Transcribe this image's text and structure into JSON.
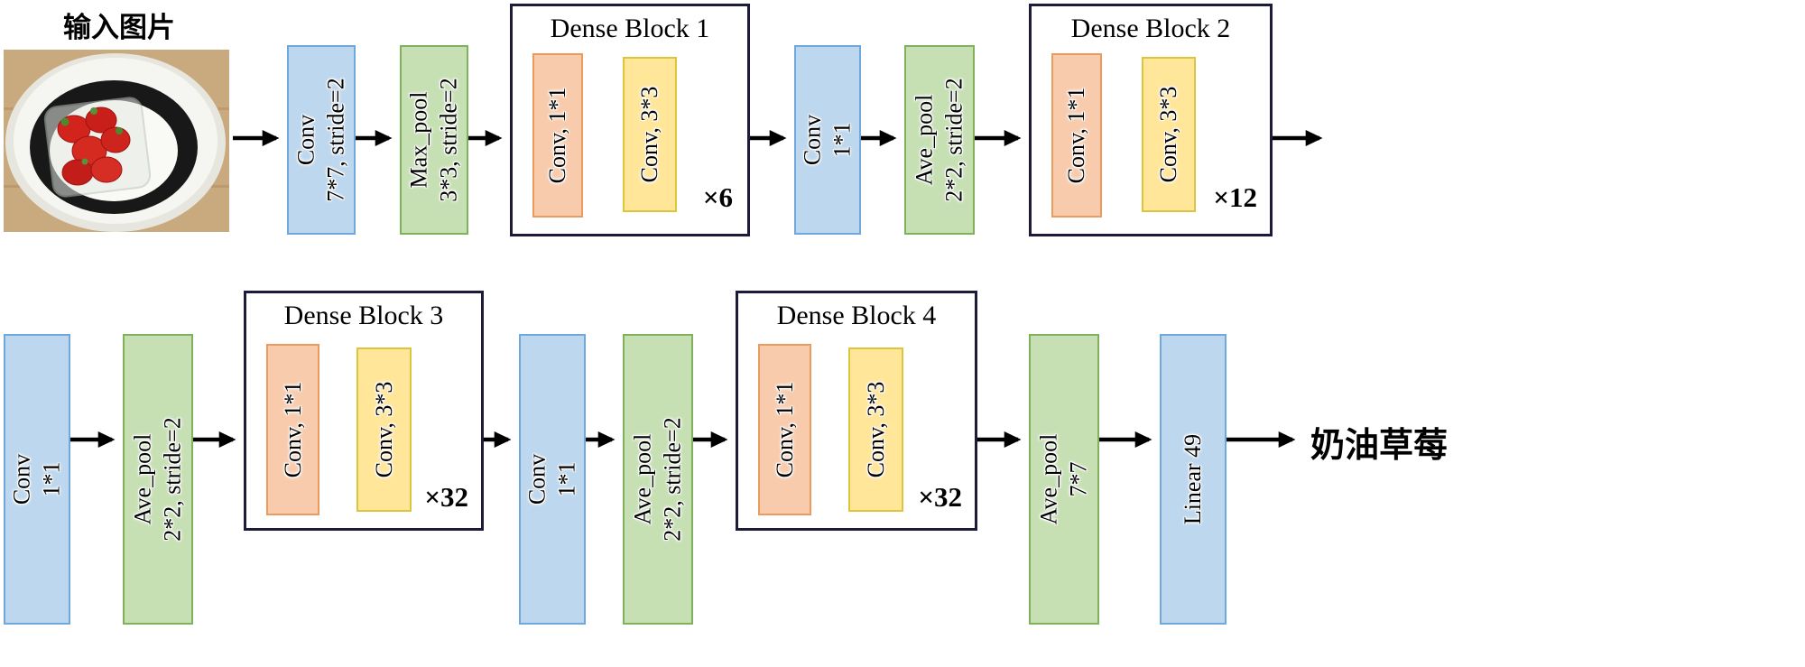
{
  "diagram": {
    "input_label": "输入图片",
    "output_label": "奶油草莓",
    "blocks": {
      "conv7": {
        "line1": "Conv",
        "line2": "7*7, stride=2"
      },
      "maxpool3": {
        "line1": "Max_pool",
        "line2": "3*3, stride=2"
      },
      "conv1_1": {
        "line1": "Conv",
        "line2": "1*1"
      },
      "avepool2_1": {
        "line1": "Ave_pool",
        "line2": "2*2, stride=2"
      },
      "conv1_2": {
        "line1": "Conv",
        "line2": "1*1"
      },
      "avepool2_2": {
        "line1": "Ave_pool",
        "line2": "2*2, stride=2"
      },
      "conv1_3": {
        "line1": "Conv",
        "line2": "1*1"
      },
      "avepool2_3": {
        "line1": "Ave_pool",
        "line2": "2*2, stride=2"
      },
      "avepool7": {
        "line1": "Ave_pool",
        "line2": "7*7"
      },
      "linear": {
        "line1": "Linear 49"
      },
      "dense1": {
        "title": "Dense Block 1",
        "conv1": "Conv, 1*1",
        "conv3": "Conv, 3*3",
        "multiplier": "×6"
      },
      "dense2": {
        "title": "Dense Block 2",
        "conv1": "Conv, 1*1",
        "conv3": "Conv, 3*3",
        "multiplier": "×12"
      },
      "dense3": {
        "title": "Dense Block 3",
        "conv1": "Conv, 1*1",
        "conv3": "Conv, 3*3",
        "multiplier": "×32"
      },
      "dense4": {
        "title": "Dense Block 4",
        "conv1": "Conv, 1*1",
        "conv3": "Conv, 3*3",
        "multiplier": "×32"
      }
    },
    "colors": {
      "conv_block_fill": "#bdd7ee",
      "pool_block_fill": "#c6e0b4",
      "dense_conv1_fill": "#f8cbad",
      "dense_conv3_fill": "#ffe699",
      "dense_border": "#1c1c3a",
      "arrow": "#000000"
    }
  }
}
